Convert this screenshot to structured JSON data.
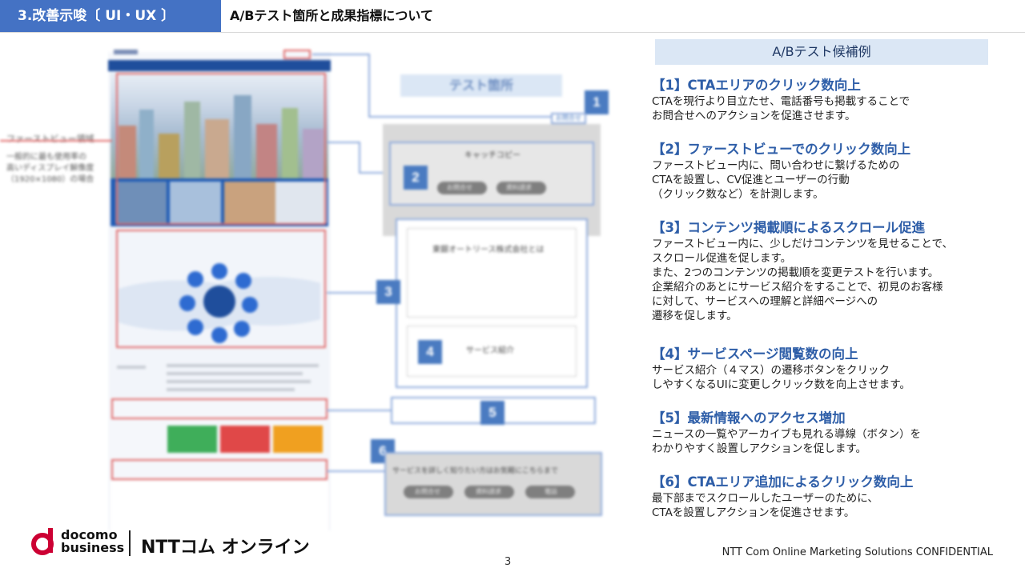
{
  "header": {
    "section_badge": "3.改善示唆〔 UI・UX 〕",
    "title": "A/Bテスト箇所と成果指標について"
  },
  "mockup": {
    "test_area_label": "テスト箇所",
    "first_view_label": "ファーストビュー領域",
    "first_view_note_1": "一般的に最も使用率の",
    "first_view_note_2": "高いディスプレイ解像度",
    "first_view_note_3": "（1920×1080）の場合",
    "cta_small": "お問合せ",
    "catch_copy": "キャッチコピー",
    "btn_inquiry": "お問合せ",
    "btn_docs": "資料請求",
    "about_company": "東銀オートリース株式会社とは",
    "service_intro": "サービス紹介",
    "bottom_cta_text": "サービスを詳しく知りたい方はお気軽にこちらまで",
    "btn_phone": "電話",
    "numbers": [
      "1",
      "2",
      "3",
      "4",
      "5",
      "6"
    ]
  },
  "panel": {
    "heading": "A/Bテスト候補例",
    "items": [
      {
        "title": "【1】CTAエリアのクリック数向上",
        "body": "CTAを現行より目立たせ、電話番号も掲載することで\nお問合せへのアクションを促進させます。"
      },
      {
        "title": "【2】ファーストビューでのクリック数向上",
        "body": "ファーストビュー内に、問い合わせに繋げるための\nCTAを設置し、CV促進とユーザーの行動\n（クリック数など）を計測します。"
      },
      {
        "title": "【3】コンテンツ掲載順によるスクロール促進",
        "body": "ファーストビュー内に、少しだけコンテンツを見せることで、\nスクロール促進を促します。\nまた、2つのコンテンツの掲載順を変更テストを行います。\n企業紹介のあとにサービス紹介をすることで、初見のお客様\nに対して、サービスへの理解と詳細ページへの\n遷移を促します。"
      },
      {
        "title": "【4】サービスページ閲覧数の向上",
        "body": "サービス紹介（４マス）の遷移ボタンをクリック\nしやすくなるUIに変更しクリック数を向上させます。"
      },
      {
        "title": "【5】最新情報へのアクセス増加",
        "body": "ニュースの一覧やアーカイブも見れる導線（ボタン）を\nわかりやすく設置しアクションを促します。"
      },
      {
        "title": "【6】CTAエリア追加によるクリック数向上",
        "body": "最下部までスクロールしたユーザーのために、\nCTAを設置しアクションを促進させます。"
      }
    ]
  },
  "footer": {
    "logo_line1": "docomo",
    "logo_line2": "business",
    "brand": "NTTコム オンライン",
    "page_number": "3",
    "confidential": "NTT Com Online Marketing Solutions CONFIDENTIAL"
  },
  "colors": {
    "accent": "#4472c4",
    "title_blue": "#2e5ea8",
    "highlight": "#e06666",
    "logo_red": "#cc0033"
  }
}
